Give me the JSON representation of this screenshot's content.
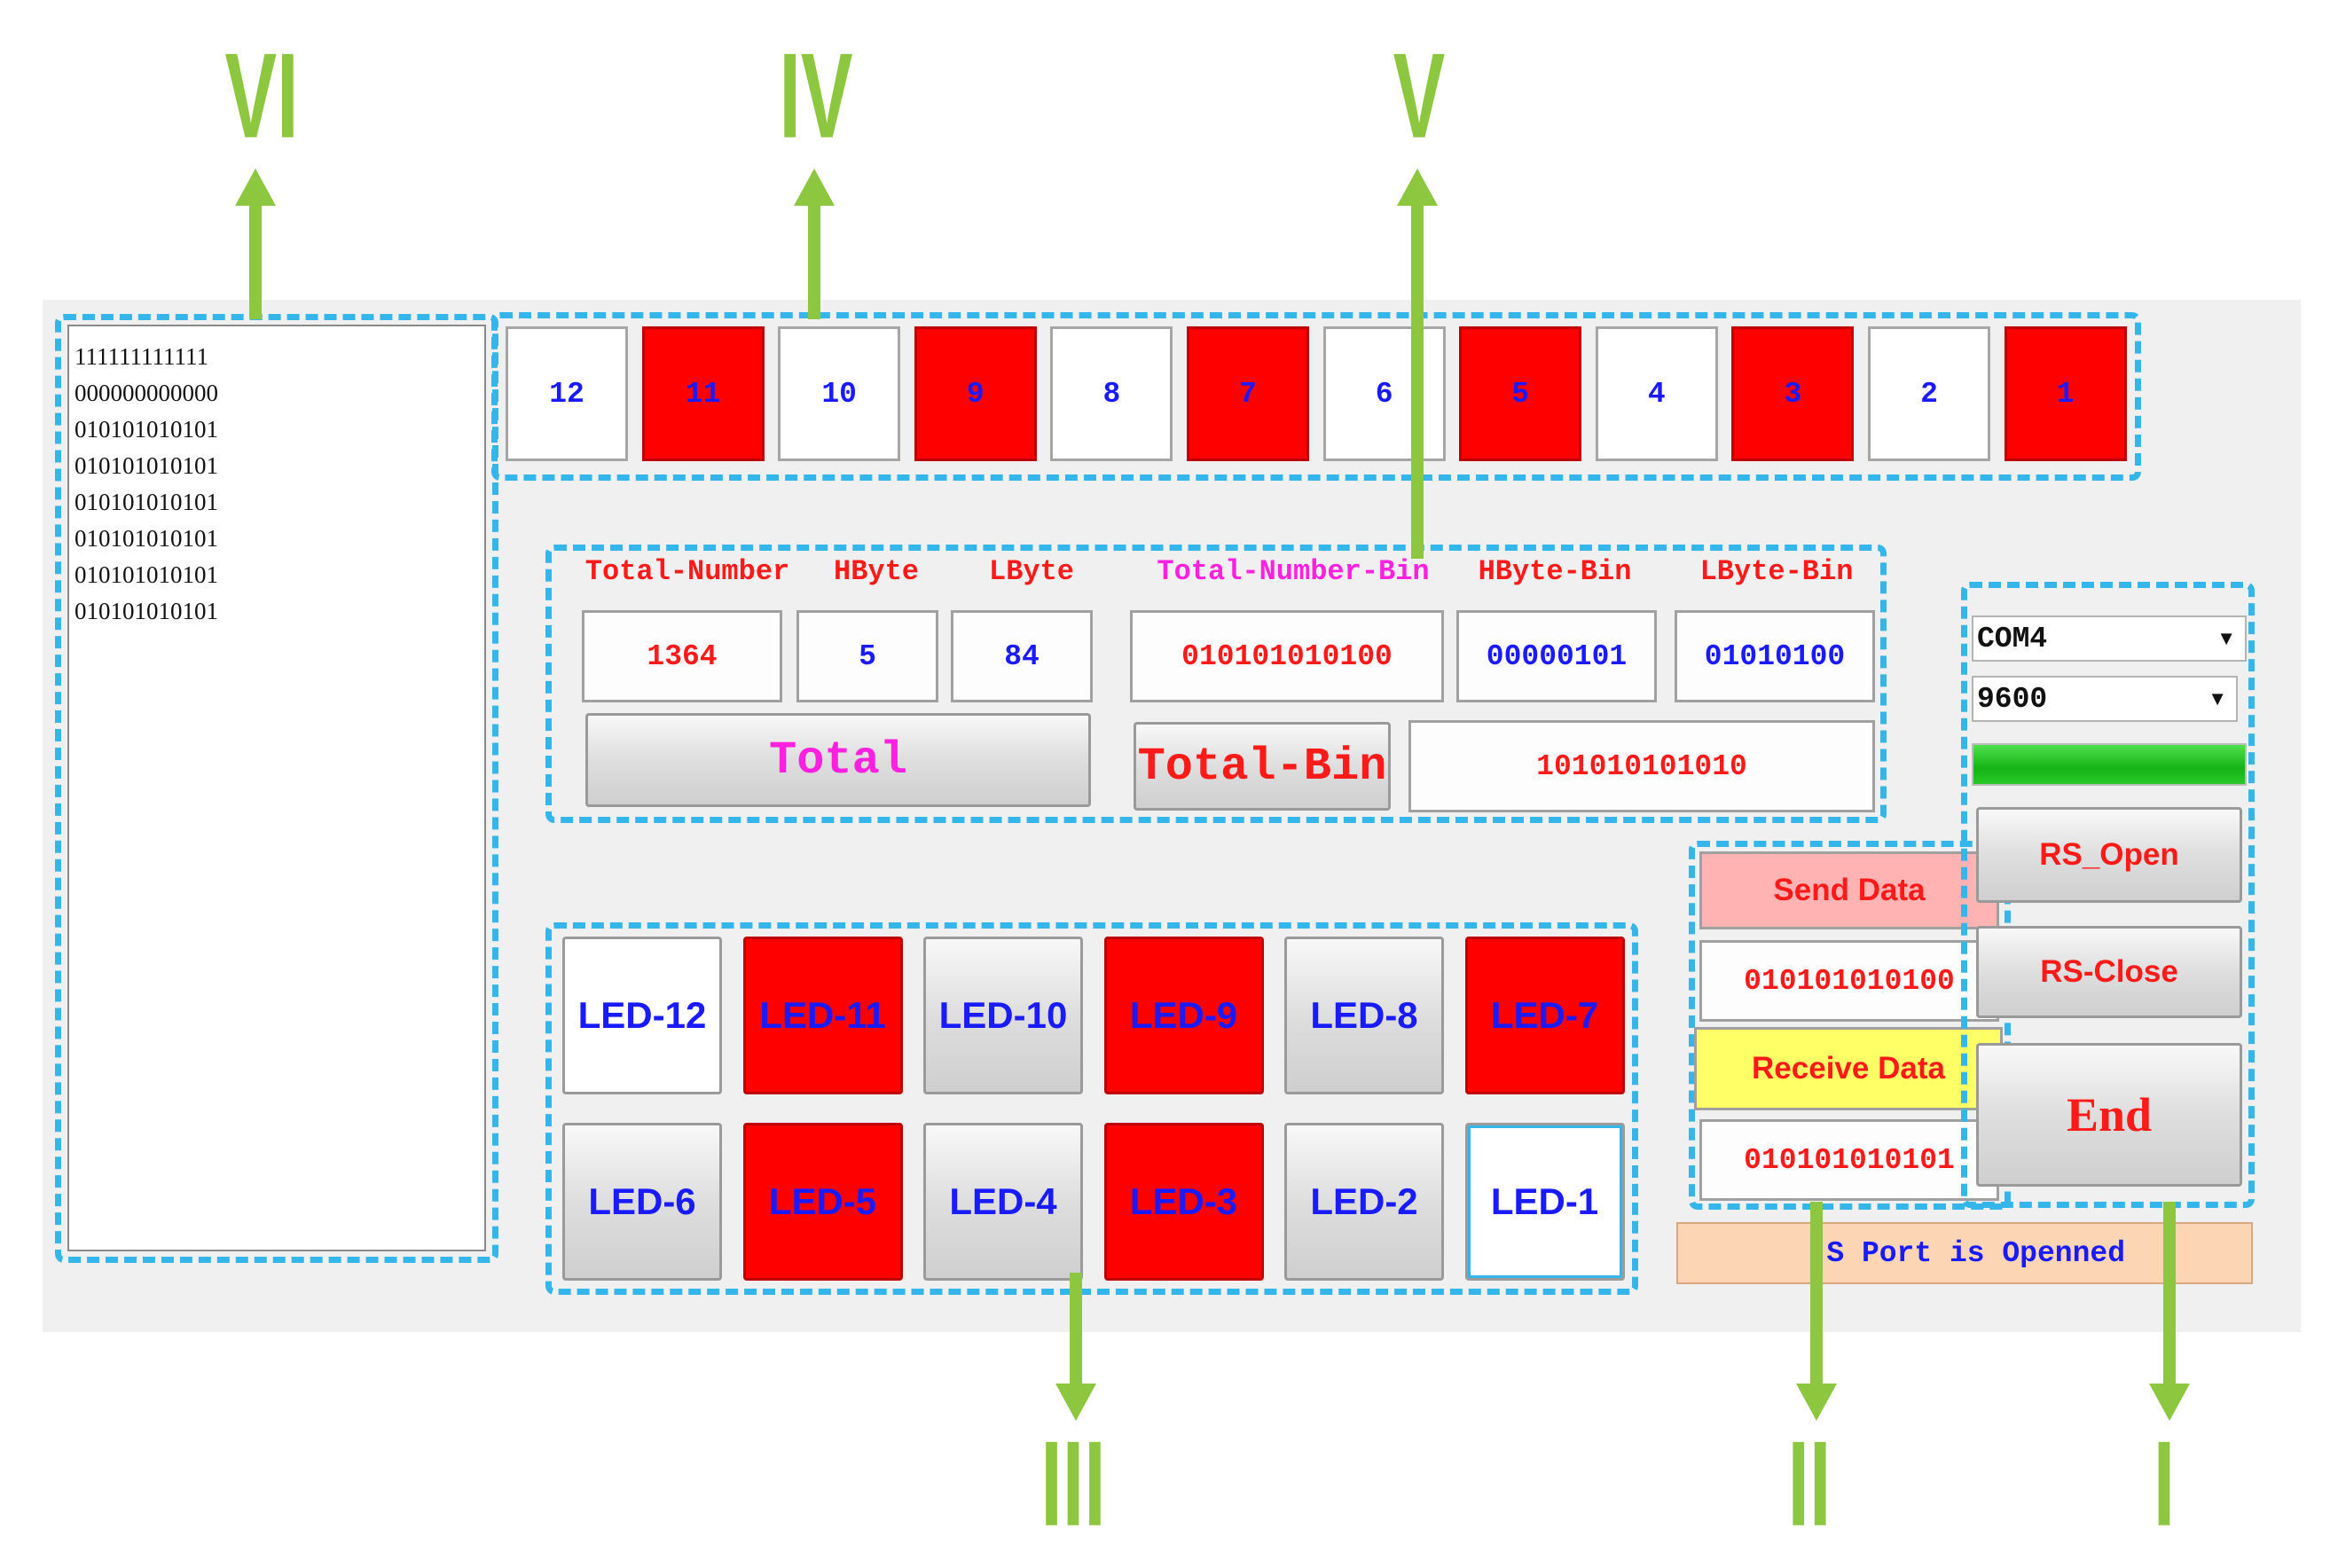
{
  "callouts": {
    "I": "I",
    "II": "II",
    "III": "III",
    "IV": "IV",
    "V": "V",
    "VI": "VI"
  },
  "log": {
    "lines": [
      "111111111111",
      "000000000000",
      "010101010101",
      "010101010101",
      "010101010101",
      "010101010101",
      "010101010101",
      "010101010101"
    ]
  },
  "bit_indicators": [
    {
      "label": "12",
      "on": false
    },
    {
      "label": "11",
      "on": true
    },
    {
      "label": "10",
      "on": false
    },
    {
      "label": "9",
      "on": true
    },
    {
      "label": "8",
      "on": false
    },
    {
      "label": "7",
      "on": true
    },
    {
      "label": "6",
      "on": false
    },
    {
      "label": "5",
      "on": true
    },
    {
      "label": "4",
      "on": false
    },
    {
      "label": "3",
      "on": true
    },
    {
      "label": "2",
      "on": false
    },
    {
      "label": "1",
      "on": true
    }
  ],
  "conversion": {
    "headers": {
      "total_number": "Total-Number",
      "hbyte": "HByte",
      "lbyte": "LByte",
      "total_number_bin": "Total-Number-Bin",
      "hbyte_bin": "HByte-Bin",
      "lbyte_bin": "LByte-Bin"
    },
    "values": {
      "total_number": "1364",
      "hbyte": "5",
      "lbyte": "84",
      "total_number_bin": "010101010100",
      "hbyte_bin": "00000101",
      "lbyte_bin": "01010100"
    },
    "total_button": "Total",
    "total_bin_button": "Total-Bin",
    "total_bin_value": "101010101010"
  },
  "led_buttons": [
    {
      "label": "LED-12",
      "on": false
    },
    {
      "label": "LED-11",
      "on": true
    },
    {
      "label": "LED-10",
      "on": false
    },
    {
      "label": "LED-9",
      "on": true
    },
    {
      "label": "LED-8",
      "on": false
    },
    {
      "label": "LED-7",
      "on": true
    },
    {
      "label": "LED-6",
      "on": false
    },
    {
      "label": "LED-5",
      "on": true
    },
    {
      "label": "LED-4",
      "on": false
    },
    {
      "label": "LED-3",
      "on": true
    },
    {
      "label": "LED-2",
      "on": false
    },
    {
      "label": "LED-1",
      "on": false
    }
  ],
  "comm": {
    "send_label": "Send Data",
    "send_value": "010101010100",
    "receive_label": "Receive Data",
    "receive_value": "010101010101"
  },
  "serial": {
    "port": "COM4",
    "baud": "9600",
    "open_button": "RS_Open",
    "close_button": "RS-Close",
    "end_button": "End",
    "status": "S Port is Openned"
  },
  "colors": {
    "on": "#ff0000",
    "off": "#ffffff",
    "bit_text": "#1a1aff",
    "led_text": "#1a1aff",
    "accent_green": "#22c022",
    "dash": "#34b6ea",
    "arrow": "#8dc63f"
  }
}
